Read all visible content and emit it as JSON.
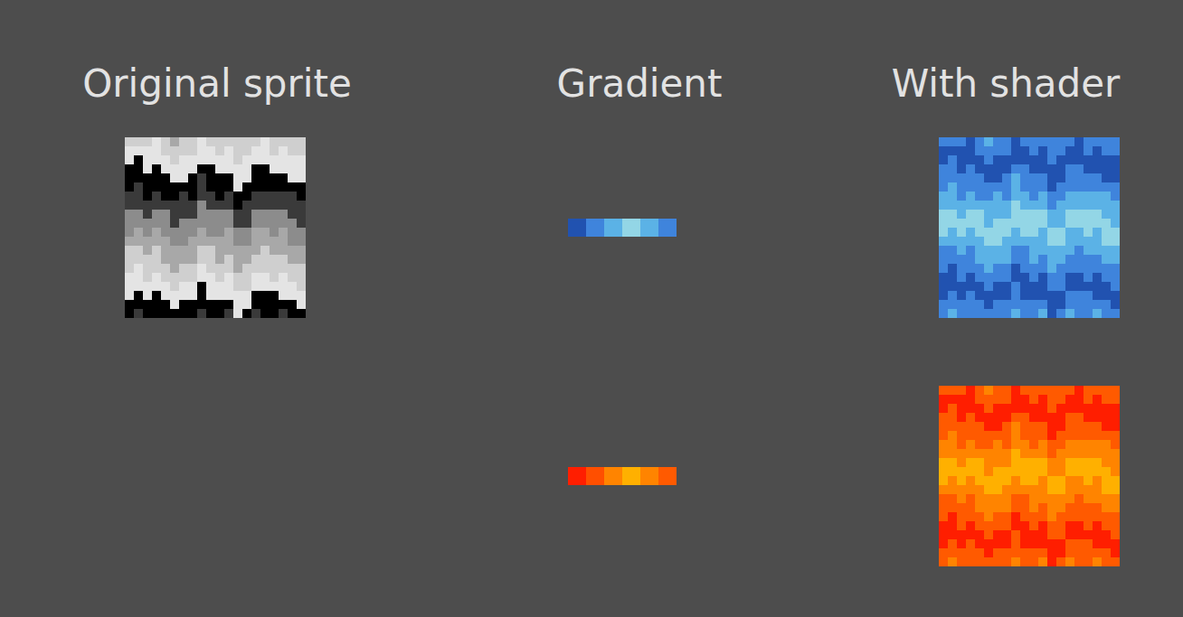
{
  "diagram": {
    "labels": [
      "Original sprite",
      "Gradient",
      "With shader"
    ]
  }
}
